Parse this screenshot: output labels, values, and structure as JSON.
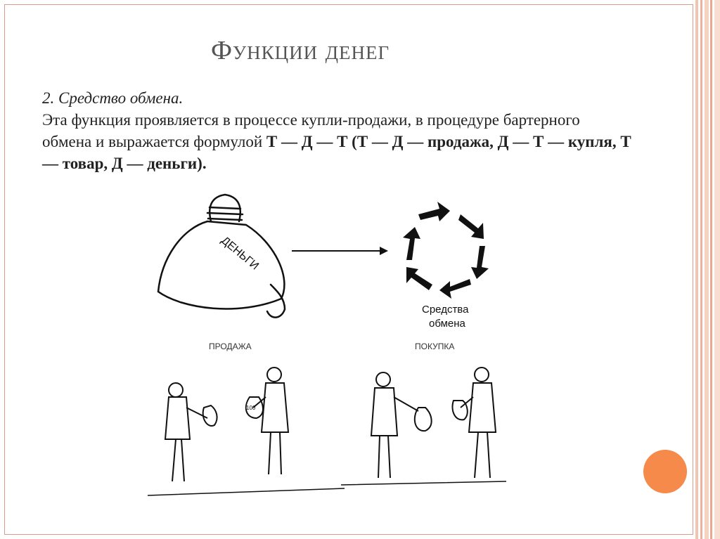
{
  "slide": {
    "title": "Функции денег",
    "subtitle": "2. Средство обмена.",
    "text_part1": "Эта функция проявляется в процессе купли-продажи, в процедуре бартерного обмена и выражается формулой ",
    "text_bold": "Т — Д — Т (Т — Д — продажа, Д — Т — купля, Т — товар, Д — деньги)."
  },
  "illustration": {
    "bag_label": "ДЕНЬГИ",
    "cycle_label_line1": "Средства",
    "cycle_label_line2": "обмена",
    "sale_label": "ПРОДАЖА",
    "purchase_label": "ПОКУПКА",
    "bag_tag": "100"
  },
  "colors": {
    "accent_circle": "#f58a4a",
    "border": "#d89c88"
  }
}
